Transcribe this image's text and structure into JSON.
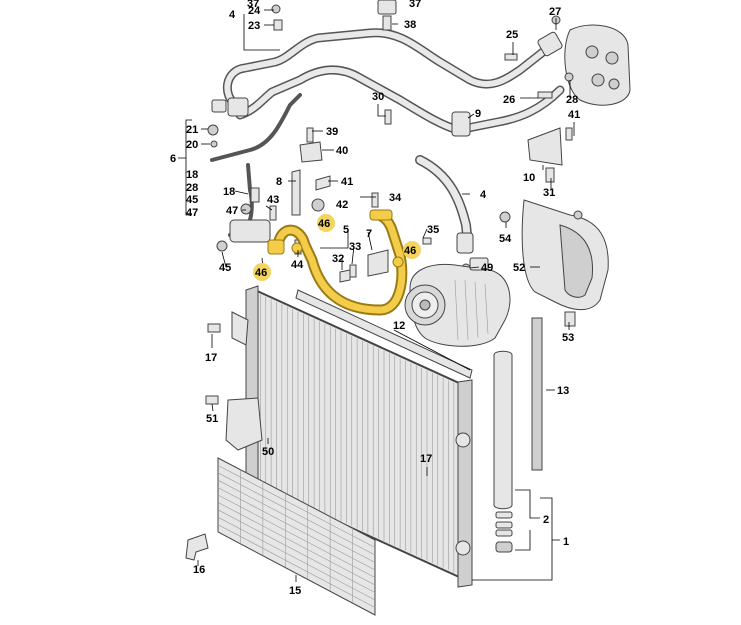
{
  "callouts": {
    "c37": "37",
    "c24": "24",
    "c23": "23",
    "c4a": "4",
    "c38": "38",
    "c27": "27",
    "c25": "25",
    "c26": "26",
    "c28": "28",
    "c30": "30",
    "c9": "9",
    "c41a": "41",
    "c39": "39",
    "c21": "21",
    "c20": "20",
    "c6": "6",
    "c40": "40",
    "c8": "8",
    "c41b": "41",
    "c18a": "18",
    "c28b": "28",
    "c45a": "45",
    "c47a": "47",
    "c42": "42",
    "c10": "10",
    "c31": "31",
    "c4b": "4",
    "c34": "34",
    "c18b": "18",
    "c43": "43",
    "c47b": "47",
    "c46a": "46",
    "c5": "5",
    "c7": "7",
    "c35": "35",
    "c54": "54",
    "c46b": "46",
    "c33": "33",
    "c32": "32",
    "c49": "49",
    "c52": "52",
    "c45b": "45",
    "c44": "44",
    "c46c": "46",
    "c12": "12",
    "c17a": "17",
    "c53": "53",
    "c13": "13",
    "c51": "51",
    "c50": "50",
    "c17b": "17",
    "c2": "2",
    "c1": "1",
    "c16": "16",
    "c15": "15"
  },
  "colors": {
    "highlight": "#f3cc4a",
    "line": "#444444",
    "part_fill": "#e6e6e6"
  }
}
